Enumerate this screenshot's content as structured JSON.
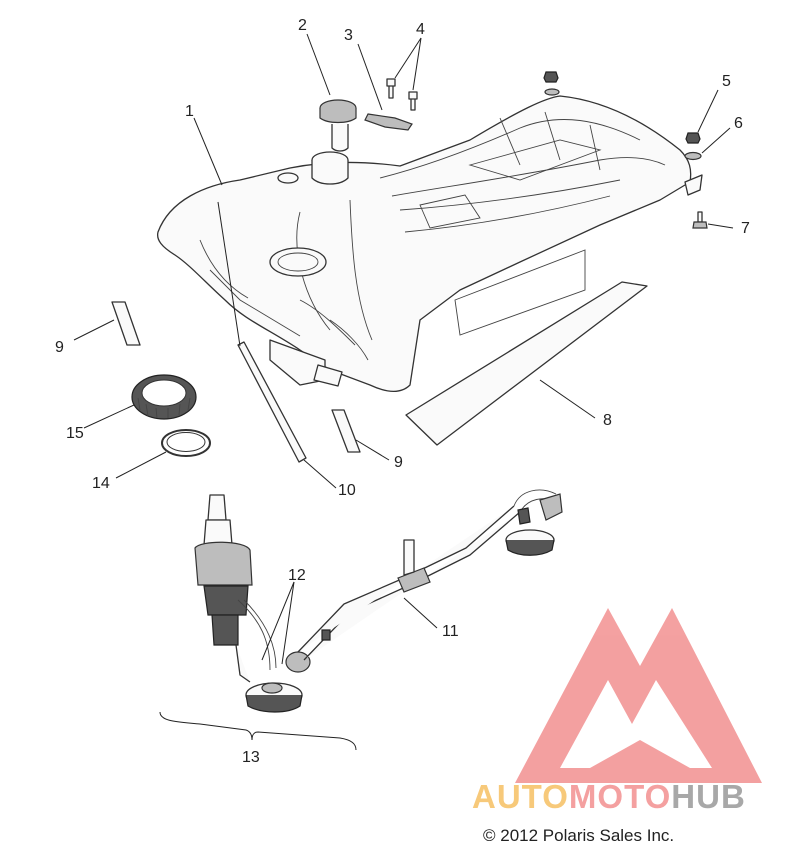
{
  "callouts": [
    {
      "label": "1"
    },
    {
      "label": "2"
    },
    {
      "label": "3"
    },
    {
      "label": "4"
    },
    {
      "label": "5"
    },
    {
      "label": "6"
    },
    {
      "label": "7"
    },
    {
      "label": "8"
    },
    {
      "label": "9"
    },
    {
      "label": "9"
    },
    {
      "label": "10"
    },
    {
      "label": "11"
    },
    {
      "label": "12"
    },
    {
      "label": "13"
    },
    {
      "label": "14"
    },
    {
      "label": "15"
    }
  ],
  "watermark": {
    "part1": "AUTO",
    "part2": "MOTO",
    "part3": "HUB",
    "color_auto": "#f7c97a",
    "color_moto": "#f4a0a0",
    "color_hub": "#a8a8a8",
    "logo_color": "#f29090"
  },
  "copyright": "© 2012 Polaris Sales Inc."
}
